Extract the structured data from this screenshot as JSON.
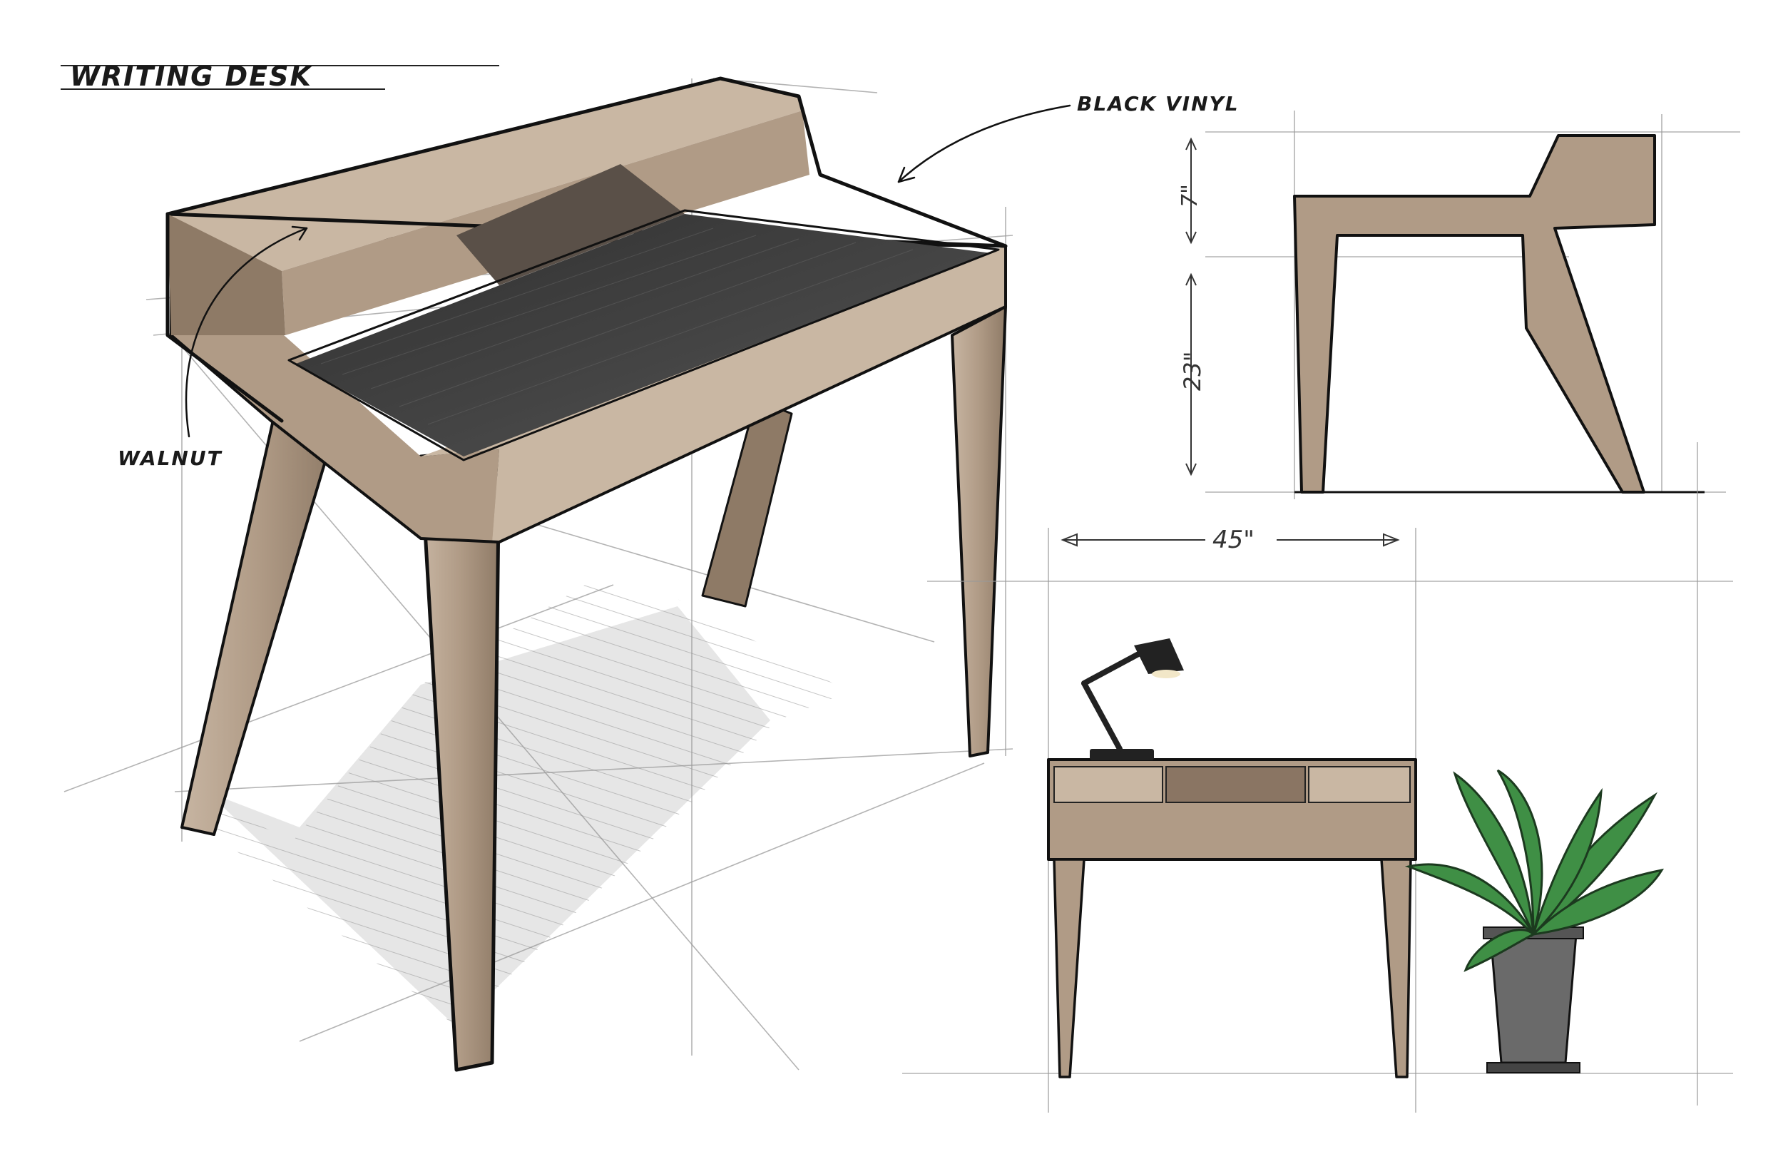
{
  "title": "WRITING DESK",
  "annotations": {
    "top_material": "BLACK VINYL",
    "body_material": "WALNUT"
  },
  "dimensions": {
    "upper_height": "7\"",
    "leg_height": "23\"",
    "width": "45\""
  },
  "colors": {
    "walnut": "#b09b86",
    "walnut_light": "#c9b7a3",
    "walnut_dark": "#8e7a66",
    "vinyl": "#3f3f3f",
    "ink": "#111111",
    "plant_green": "#3f8f45",
    "pot": "#6a6a6a"
  }
}
